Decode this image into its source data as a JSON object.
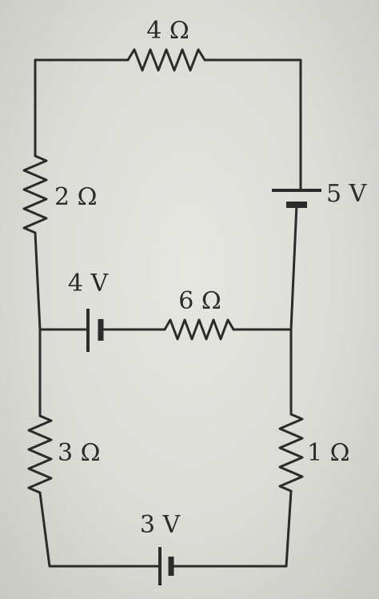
{
  "components": {
    "r_top": {
      "kind": "resistor",
      "label": "4 Ω"
    },
    "r_upper_left": {
      "kind": "resistor",
      "label": "2 Ω"
    },
    "battery_right": {
      "kind": "battery",
      "label": "5 V"
    },
    "battery_middle": {
      "kind": "battery",
      "label": "4 V"
    },
    "r_middle": {
      "kind": "resistor",
      "label": "6 Ω"
    },
    "r_lower_left": {
      "kind": "resistor",
      "label": "3 Ω"
    },
    "r_lower_right": {
      "kind": "resistor",
      "label": "1 Ω"
    },
    "battery_bottom": {
      "kind": "battery",
      "label": "3 V"
    }
  },
  "colors": {
    "ink": "#2b2b2b",
    "paper": "#e3e3de"
  }
}
